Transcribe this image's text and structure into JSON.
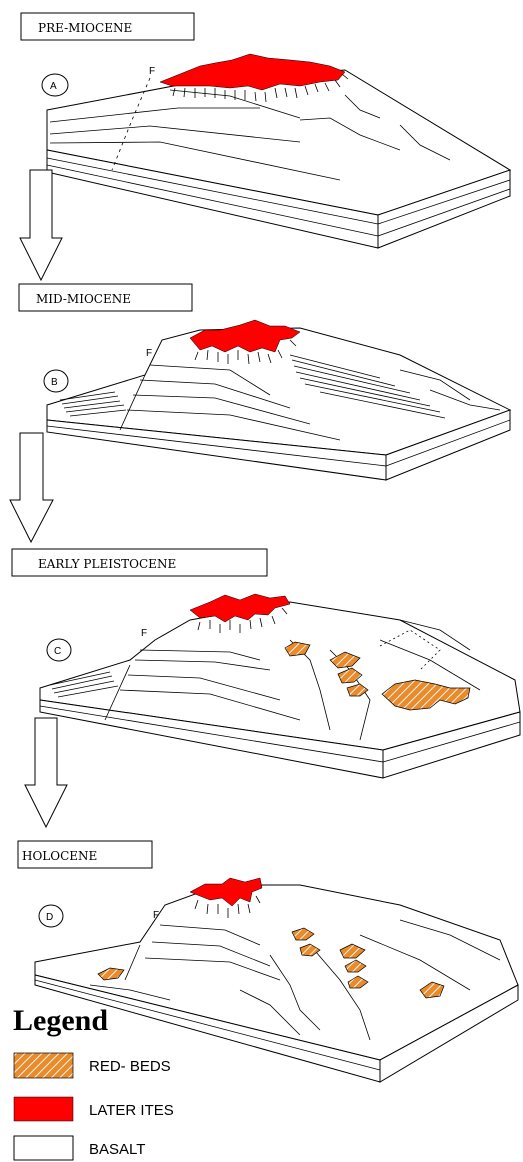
{
  "stages": [
    {
      "era": "PRE-MIOCENE",
      "letter": "A",
      "fault_label": "F"
    },
    {
      "era": "MID-MIOCENE",
      "letter": "B",
      "fault_label": "F"
    },
    {
      "era": "EARLY PLEISTOCENE",
      "letter": "C",
      "fault_label": "F"
    },
    {
      "era": "HOLOCENE",
      "letter": "D",
      "fault_label": "F"
    }
  ],
  "legend": {
    "title": "Legend",
    "items": [
      {
        "label": "RED- BEDS",
        "swatch": "hatched",
        "color": "#e98a2b"
      },
      {
        "label": "LATER ITES",
        "swatch": "solid",
        "color": "#ff0000"
      },
      {
        "label": "BASALT",
        "swatch": "outline",
        "color": "#ffffff"
      }
    ]
  }
}
